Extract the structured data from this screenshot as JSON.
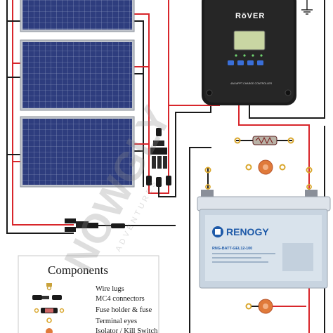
{
  "controller": {
    "brand": "RöVER",
    "brand_suffix": "",
    "model": "40A MPPT CHARGE CONTROLLER",
    "display_color": "#c9d6a3",
    "body_color": "#1c1c1c",
    "button_color": "#3a6fd8"
  },
  "battery": {
    "brand": "RENOGY",
    "model": "RNG-BATT-GEL12-100",
    "body_color": "#c8d4e0",
    "lid_color": "#dde3ea"
  },
  "legend": {
    "title": "Components",
    "items": [
      {
        "icon": "wire-lug-icon",
        "label": "Wire lugs"
      },
      {
        "icon": "mc4-connector-icon",
        "label": "MC4 connectors"
      },
      {
        "icon": "fuse-holder-icon",
        "label": "Fuse holder & fuse"
      },
      {
        "icon": "terminal-eye-icon",
        "label": "Terminal eyes"
      },
      {
        "icon": "isolator-switch-icon",
        "label": "Isolator / Kill Switch"
      }
    ]
  },
  "watermark": {
    "text": "NOWGLY",
    "sub": "ADVENTURES",
    "color": "#8c8c8c"
  },
  "colors": {
    "positive_wire": "#d8262b",
    "negative_wire": "#1a1a1a",
    "panel_cell": "#2c3a78",
    "panel_frame": "#c0c4cc",
    "switch_color": "#e07a3a"
  }
}
